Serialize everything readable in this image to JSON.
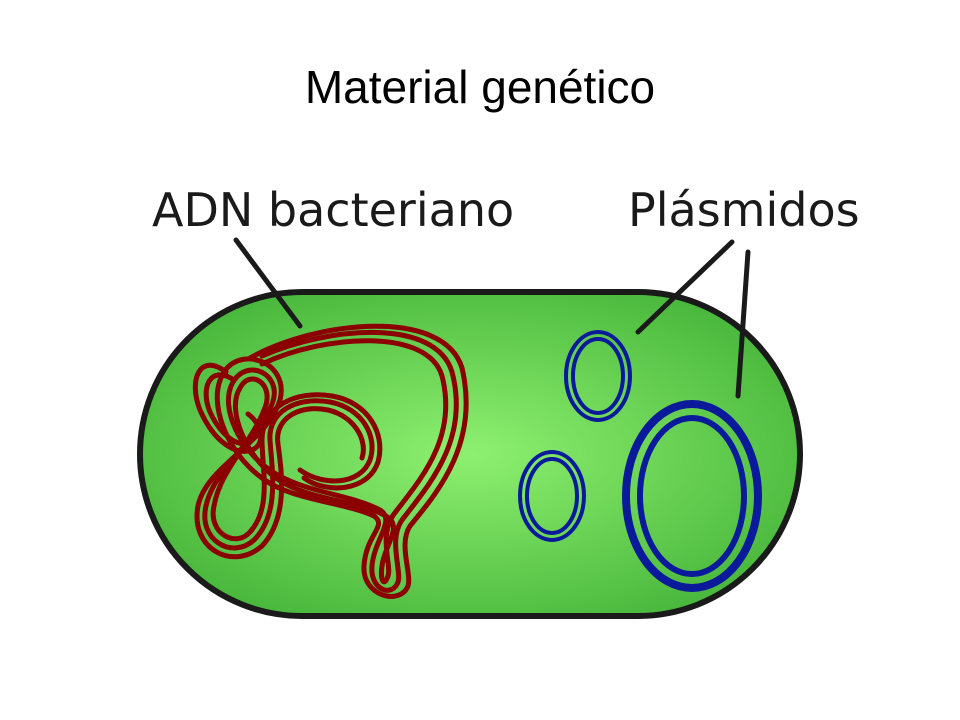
{
  "slide": {
    "title": "Material genético"
  },
  "diagram": {
    "labels": {
      "dna": "ADN bacteriano",
      "plasmids": "Plásmidos"
    },
    "colors": {
      "cell_fill_center": "#8ef070",
      "cell_fill_edge": "#46b53a",
      "cell_outline": "#1a1a1a",
      "dna": "#8b0000",
      "plasmid": "#0a1a9a",
      "pointer": "#1a1a1a",
      "label_text": "#1a1a1a"
    }
  }
}
